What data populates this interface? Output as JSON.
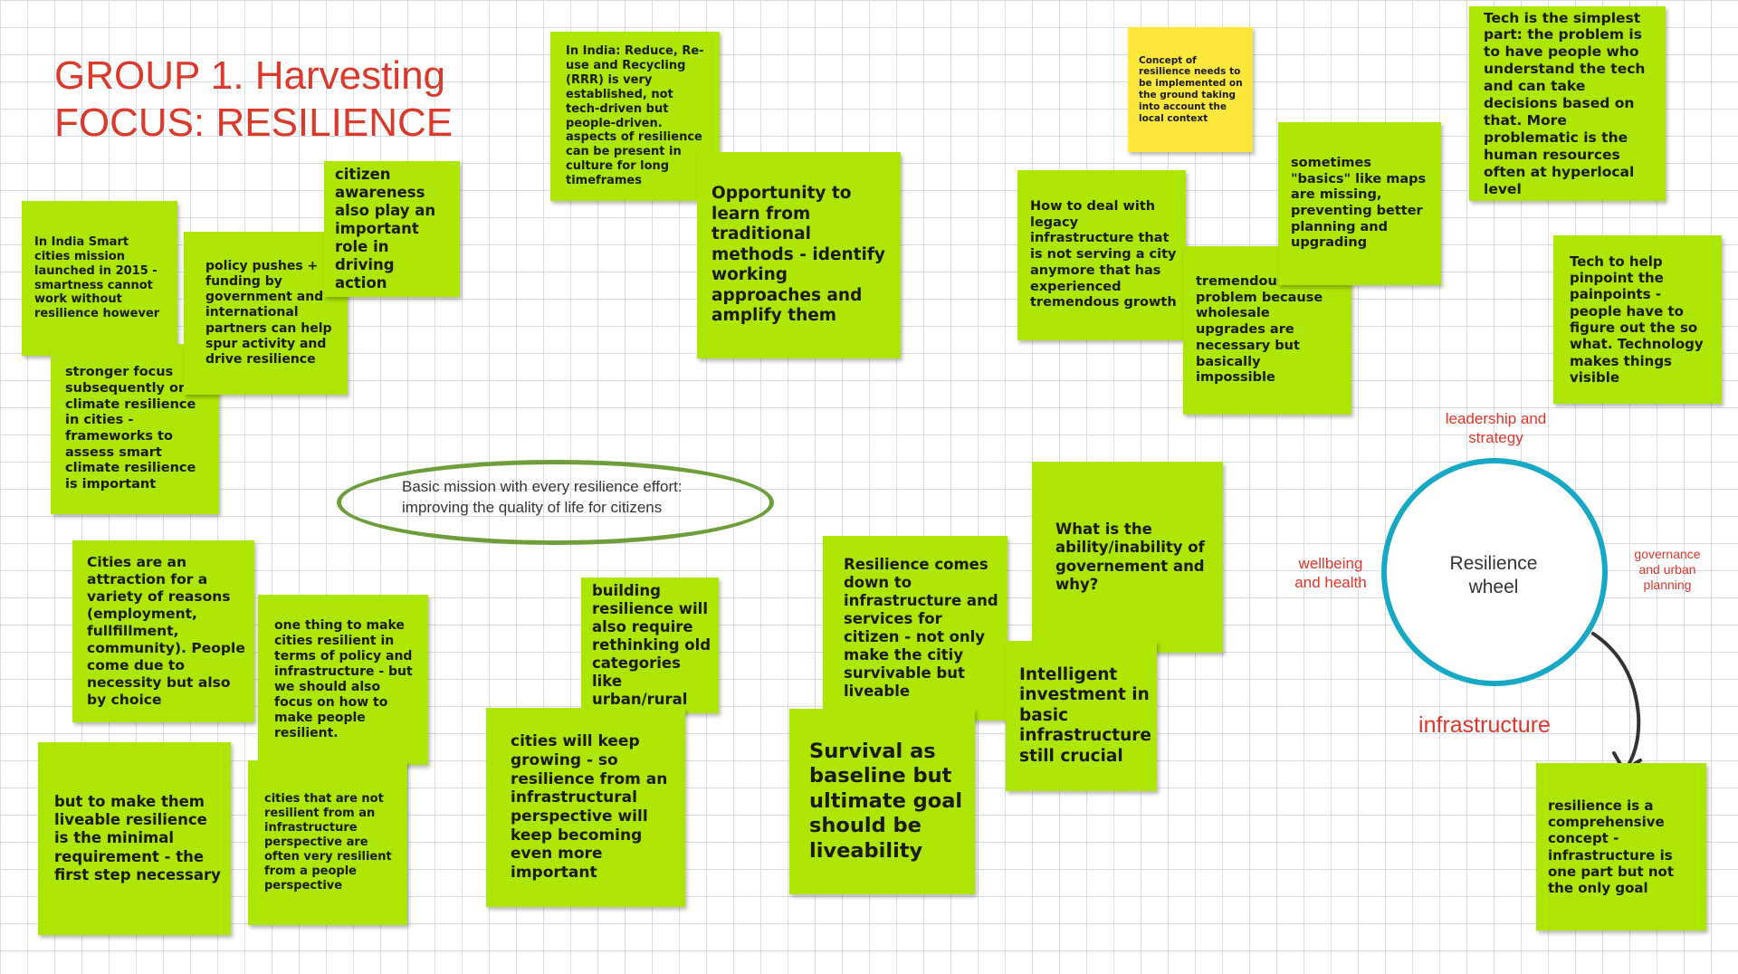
{
  "title": {
    "line1": "GROUP 1. Harvesting",
    "line2": "FOCUS: RESILIENCE"
  },
  "ellipse": {
    "line1": "Basic mission with every resilience effort:",
    "line2": "improving the quality of life for citizens"
  },
  "wheel": {
    "center": "Resilience\nwheel",
    "top": "leadership and\nstrategy",
    "left": "wellbeing\nand health",
    "right": "governance\nand urban\nplanning",
    "bottom": "infrastructure"
  },
  "notes": {
    "smart_cities": "In India Smart cities mission launched in 2015 - smartness cannot work without resilience however",
    "policy": "policy pushes + funding by government and international partners can help spur activity and drive resilience",
    "citizen_awareness": "citizen awareness also play an important role in driving action",
    "stronger_focus": "stronger focus subsequently on climate resilience in cities - frameworks to  assess smart climate resilience is important",
    "rrr": "In India: Reduce, Re-use and Recycling (RRR) is very established, not tech-driven but people-driven. aspects of resilience can be present in culture for long timeframes",
    "opportunity": "Opportunity to learn from traditional methods - identify working approaches and amplify them",
    "concept": "Concept of resilience needs to be implemented on the ground taking into account the local context",
    "legacy": "How to deal with legacy infrastructure that is not serving a city anymore that has experienced tremendous growth",
    "basics": "sometimes \"basics\" like maps are missing, preventing better planning and upgrading",
    "tremendous": "tremendous problem because wholesale upgrades are necessary but basically impossible",
    "tech_simplest": "Tech is the simplest part: the problem is to have people who understand the tech and can take decisions based on that. More problematic is the human resources often at hyperlocal level",
    "tech_painpoints": "Tech to help pinpoint the painpoints - people have to figure out the so what. Technology makes things visible",
    "cities_attraction": "Cities are an attraction for a variety of reasons (employment, fullfillment, community). People come due to necessity but also by choice",
    "one_thing": "one thing to make cities resilient in terms of policy and infrastructure - but we should also focus on how to make people resilient.",
    "liveable_minimal": "but to make them liveable resilience is the minimal requirement - the first step necessary",
    "not_resilient": "cities that are not resilient from an infrastructure perspective are often very resilient from a people perspective",
    "rethinking": "building resilience will also require rethinking old categories like urban/rural",
    "keep_growing": "cities will keep growing - so resilience from an infrastructural perspective will keep becoming even more important",
    "comes_down": "Resilience comes down to infrastructure and services for citizen - not only make the citiy survivable but liveable",
    "ability": "What is the ability/inability of governement and why?",
    "survival": "Survival as baseline but ultimate goal should be liveability",
    "intelligent": "Intelligent investment in basic infrastructure still crucial",
    "comprehensive": "resilience is a comprehensive concept - infrastructure is one part but not the only goal"
  },
  "colors": {
    "note_green": "#aee603",
    "note_yellow": "#fce83c",
    "title_red": "#d93a2b",
    "wheel_teal": "#16a8c5",
    "ellipse_green": "#6e9e3a"
  }
}
